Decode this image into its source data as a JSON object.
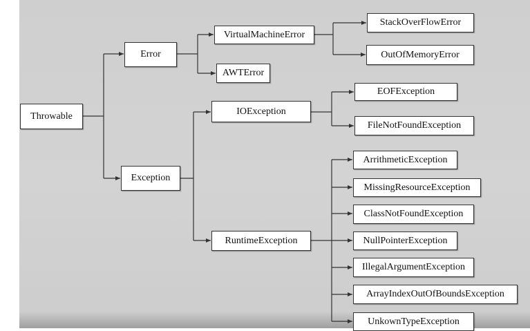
{
  "nodes": {
    "throwable": "Throwable",
    "error": "Error",
    "exception": "Exception",
    "virtual_machine_error": "VirtualMachineError",
    "awt_error": "AWTError",
    "stack_overflow_error": "StackOverFlowError",
    "out_of_memory_error": "OutOfMemoryError",
    "io_exception": "IOException",
    "runtime_exception": "RuntimeException",
    "eof_exception": "EOFException",
    "file_not_found_exception": "FileNotFoundException",
    "arithmetic_exception": "ArrithmeticException",
    "missing_resource_exception": "MissingResourceException",
    "class_not_found_exception": "ClassNotFoundException",
    "null_pointer_exception": "NullPointerException",
    "illegal_argument_exception": "IllegalArgumentException",
    "array_index_out_of_bounds_exception": "ArrayIndexOutOfBoundsException",
    "unknown_type_exception": "UnkownTypeException"
  },
  "colors": {
    "background": "#d0d0d0",
    "line": "#333333",
    "box_fill": "#ffffff"
  }
}
